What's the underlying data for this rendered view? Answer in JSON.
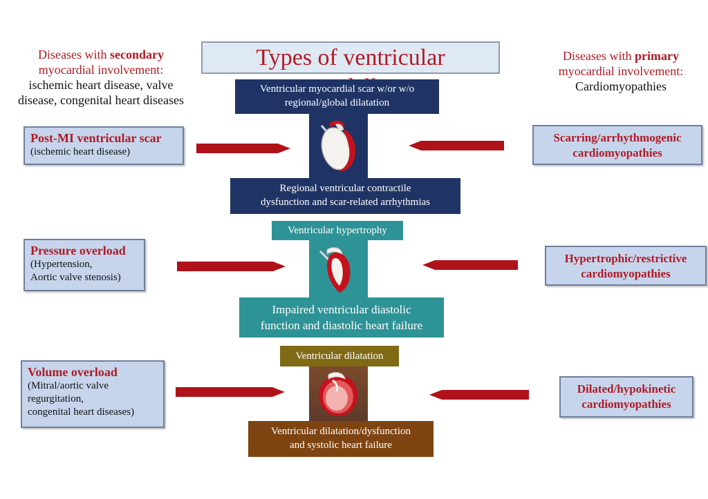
{
  "title": "Types of ventricular remodelling",
  "left_header": {
    "line1_prefix": "Diseases with ",
    "line1_bold": "secondary",
    "line2": "myocardial involvement:",
    "line3": "ischemic heart disease, valve",
    "line4": "disease, congenital heart diseases"
  },
  "right_header": {
    "line1_prefix": "Diseases with ",
    "line1_bold": "primary",
    "line2": "myocardial involvement:",
    "line3": "Cardiomyopathies"
  },
  "rows": [
    {
      "left_title": "Post-MI ventricular scar",
      "left_detail": [
        "(ischemic heart disease)"
      ],
      "right_title": [
        "Scarring/arrhythmogenic",
        "cardiomyopathies"
      ],
      "top_label": [
        "Ventricular myocardial scar w/or w/o",
        "regional/global dilatation"
      ],
      "bottom_label": [
        "Regional ventricular contractile",
        "dysfunction and scar-related arrhythmias"
      ]
    },
    {
      "left_title": "Pressure overload",
      "left_detail": [
        "(Hypertension,",
        "Aortic valve stenosis)"
      ],
      "right_title": [
        "Hypertrophic/restrictive",
        "cardiomyopathies"
      ],
      "top_label": [
        "Ventricular hypertrophy"
      ],
      "bottom_label": [
        "Impaired ventricular diastolic",
        "function and diastolic heart failure"
      ]
    },
    {
      "left_title": "Volume overload",
      "left_detail": [
        "(Mitral/aortic valve",
        "regurgitation,",
        "congenital heart diseases)"
      ],
      "right_title": [
        "Dilated/hypokinetic",
        "cardiomyopathies"
      ],
      "top_label": [
        "Ventricular dilatation"
      ],
      "bottom_label": [
        "Ventricular dilatation/dysfunction",
        "and systolic heart failure"
      ]
    }
  ],
  "colors": {
    "title_red": "#b01a25",
    "side_box_fill": "#c6d5ec",
    "navy": "#1f3465",
    "teal": "#2e9396",
    "olive": "#806a16",
    "brown": "#7d4411",
    "arrow_red": "#b0121a"
  },
  "icons": [
    "heart-scar-icon",
    "heart-hypertrophy-icon",
    "heart-dilatation-icon"
  ]
}
